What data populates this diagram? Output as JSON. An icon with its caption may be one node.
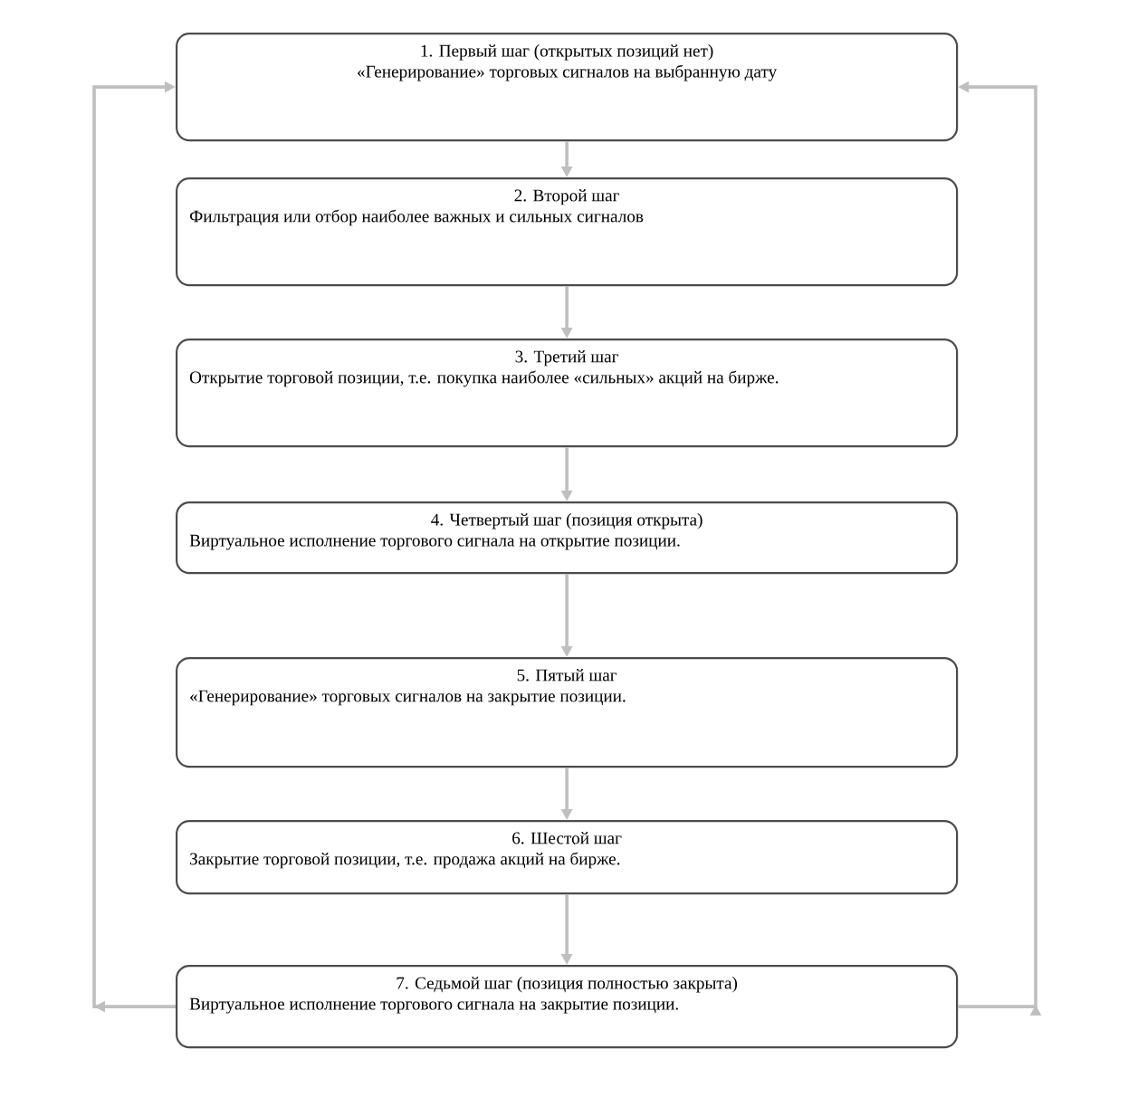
{
  "diagram": {
    "nodes": [
      {
        "text": [
          "1. Первый шаг (открытых позиций нет)",
          "«Генерирование» торговых сигналов на выбранную дату"
        ]
      },
      {
        "text": [
          "2. Второй шаг",
          "Фильтрация или отбор наиболее важных и сильных сигналов"
        ]
      },
      {
        "text": [
          "3. Третий шаг",
          "Открытие торговой позиции, т.е. покупка наиболее «сильных» акций на бирже."
        ]
      },
      {
        "text": [
          "4. Четвертый шаг (позиция открыта)",
          "Виртуальное исполнение торгового сигнала на открытие позиции."
        ]
      },
      {
        "text": [
          "5. Пятый шаг",
          "«Генерирование» торговых сигналов на закрытие позиции."
        ]
      },
      {
        "text": [
          "6. Шестой шаг",
          "Закрытие торговой позиции, т.е. продажа акций на бирже."
        ]
      },
      {
        "text": [
          "7. Седьмой шаг (позиция полностью закрыта)",
          "Виртуальное исполнение торгового сигнала на закрытие позиции."
        ]
      }
    ],
    "edges": [
      {
        "from": 0,
        "to": 1,
        "arrow": "to"
      },
      {
        "from": 1,
        "to": 2,
        "arrow": "to"
      },
      {
        "from": 2,
        "to": 3,
        "arrow": "to"
      },
      {
        "from": 3,
        "to": 4,
        "arrow": "to"
      },
      {
        "from": 4,
        "to": 5,
        "arrow": "to"
      },
      {
        "from": 5,
        "to": 6,
        "arrow": "to"
      },
      {
        "from": 6,
        "to": 0,
        "arrow": "to"
      },
      {
        "from": 6,
        "to": 0,
        "arrow": "to"
      }
    ]
  }
}
